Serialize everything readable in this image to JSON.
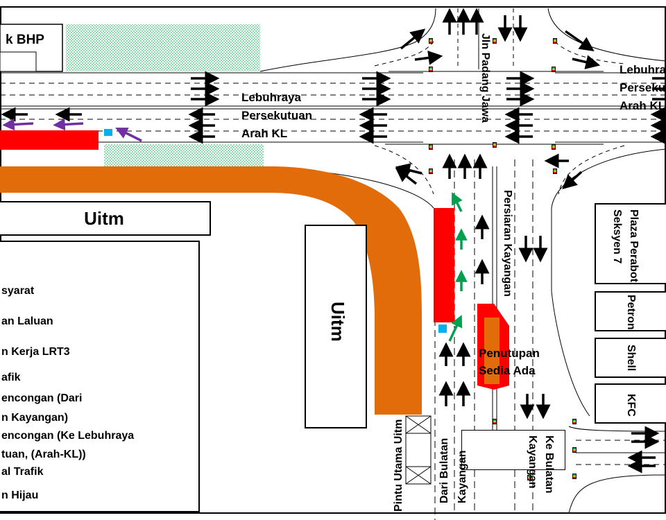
{
  "labels": {
    "bhp": "k BHP",
    "uitm_top": "Uitm",
    "uitm_center": "Uitm",
    "highway_west": [
      "Lebuhraya",
      "Persekutuan",
      "Arah KL"
    ],
    "highway_east": [
      "Lebuhraya",
      "Persekutuan",
      "Arah KL"
    ],
    "jln_padang_jawa": "Jln Padang Jawa",
    "persiaran_kayangan": "Persiaran Kayangan",
    "plaza_perabot": [
      "Plaza Perabot",
      "Seksyen 7"
    ],
    "petron": "Petron",
    "shell": "Shell",
    "kfc": "KFC",
    "penutupan": [
      "Penutupan",
      "Sedia Ada"
    ],
    "pintu_utama": "Pintu Utama Uitm",
    "dari_bulatan": [
      "Dari Bulatan",
      "Kayangan"
    ],
    "ke_bulatan": [
      "Ke Bulatan",
      "Kayangan"
    ]
  },
  "legend": [
    "syarat",
    "an Laluan",
    "n Kerja LRT3",
    "afik",
    "encongan (Dari",
    "n Kayangan)",
    "encongan (Ke Lebuhraya",
    "tuan, (Arah-KL))",
    "al Trafik",
    "n Hijau"
  ],
  "colors": {
    "orange_road": "#E36C0A",
    "work_zone": "#FF0000",
    "closure_inner": "#E36C0A",
    "green_arrow": "#00A050",
    "purple_arrow": "#7030A0",
    "green_hatch": "#00B050",
    "sign_blue": "#00B0F0"
  }
}
